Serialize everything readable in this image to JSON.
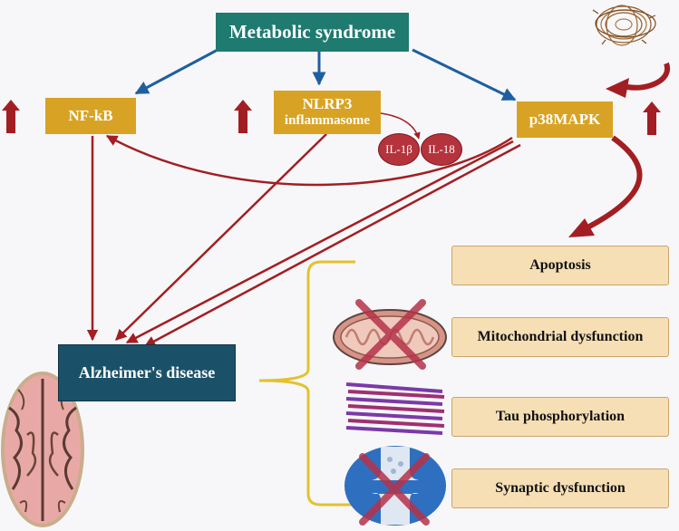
{
  "nodes": {
    "metabolic": "Metabolic syndrome",
    "nfkb": "NF-kB",
    "nlrp3_line1": "NLRP3",
    "nlrp3_line2": "inflammasome",
    "p38": "p38MAPK",
    "il1b": "IL-1β",
    "il18": "IL-18",
    "alzheimers": "Alzheimer's disease"
  },
  "outcomes": [
    "Apoptosis",
    "Mitochondrial dysfunction",
    "Tau phosphorylation",
    "Synaptic dysfunction"
  ],
  "icons": [
    "up-arrow-icon",
    "bacteria-icon",
    "brain-icon",
    "mitochondria-icon",
    "tau-fibril-icon",
    "synapse-icon",
    "cross-mark-icon"
  ],
  "colors": {
    "teal": "#1f7a70",
    "gold": "#d8a324",
    "navy": "#1b5168",
    "beige": "#f6dfb5",
    "red_arrow": "#a31e22",
    "blue_arrow": "#1f5fa0",
    "bracket": "#e3c22e"
  }
}
